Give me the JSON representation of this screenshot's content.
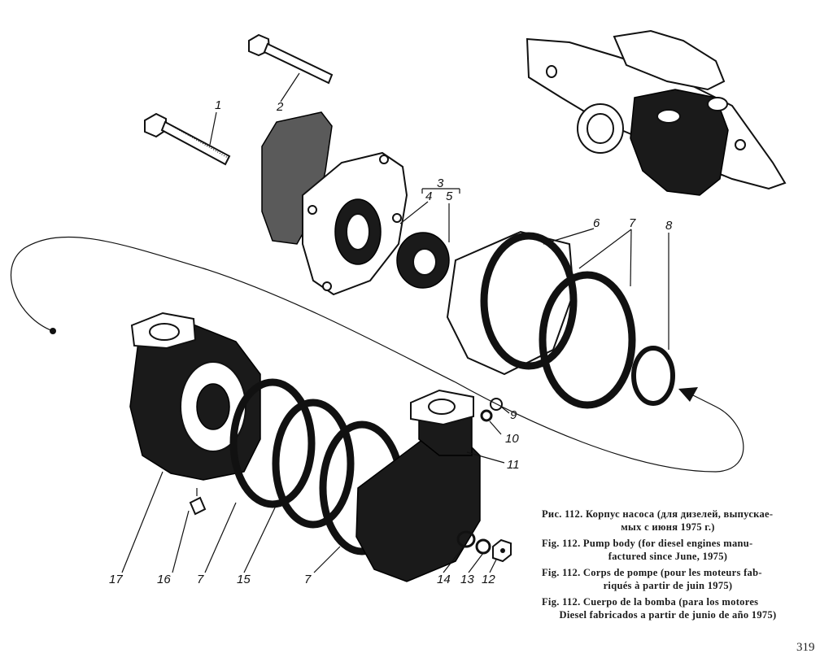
{
  "figure": {
    "number": "112",
    "subject": "Pump body exploded view",
    "callouts": [
      {
        "id": "1",
        "label": "1"
      },
      {
        "id": "2",
        "label": "2"
      },
      {
        "id": "3",
        "label": "3"
      },
      {
        "id": "4",
        "label": "4"
      },
      {
        "id": "5",
        "label": "5"
      },
      {
        "id": "6",
        "label": "6"
      },
      {
        "id": "7a",
        "label": "7"
      },
      {
        "id": "8",
        "label": "8"
      },
      {
        "id": "9",
        "label": "9"
      },
      {
        "id": "10",
        "label": "10"
      },
      {
        "id": "11",
        "label": "11"
      },
      {
        "id": "12",
        "label": "12"
      },
      {
        "id": "13",
        "label": "13"
      },
      {
        "id": "14",
        "label": "14"
      },
      {
        "id": "7b",
        "label": "7"
      },
      {
        "id": "15",
        "label": "15"
      },
      {
        "id": "7c",
        "label": "7"
      },
      {
        "id": "16",
        "label": "16"
      },
      {
        "id": "17",
        "label": "17"
      }
    ]
  },
  "caption": {
    "ru_line1": "Рис.  112. Корпус насоса (для дизелей, выпускае-",
    "ru_line2": "мых с июня 1975 г.)",
    "en_line1": "Fig.  112.  Pump body  (for diesel engines manu-",
    "en_line2": "factured since June, 1975)",
    "fr_line1": "Fig.  112.  Corps de pompe (pour les moteurs fab-",
    "fr_line2": "riqués à partir de juin 1975)",
    "es_line1": "Fig.  112.  Cuerpo de la bomba  (para los motores",
    "es_line2": "Diesel fabricados a partir de junio de año 1975)"
  },
  "page_number": "319"
}
